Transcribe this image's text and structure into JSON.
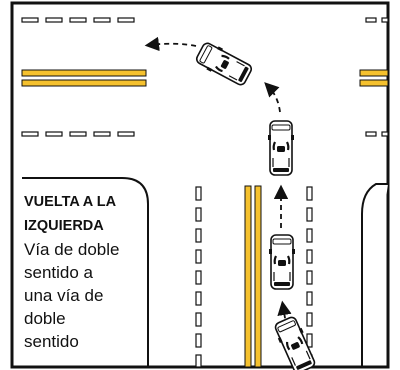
{
  "diagram": {
    "title_line1": "VUELTA A LA",
    "title_line2": "IZQUIERDA",
    "description_lines": [
      "Vía de doble",
      "sentido a",
      "una vía de",
      "doble",
      "sentido"
    ],
    "colors": {
      "yellow_line": "#f5c12e",
      "outline": "#111111",
      "background": "#ffffff"
    },
    "icons": [
      "car-icon",
      "dashed-arrow-path"
    ]
  }
}
